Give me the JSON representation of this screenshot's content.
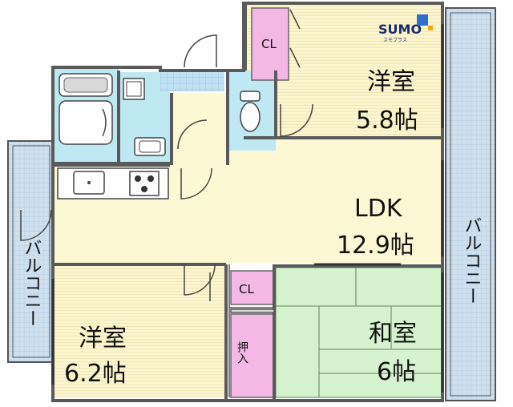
{
  "rooms": {
    "western_room_top": {
      "name": "洋室",
      "size": "5.8帖"
    },
    "ldk": {
      "name": "LDK",
      "size": "12.9帖"
    },
    "western_room_bottom": {
      "name": "洋室",
      "size": "6.2帖"
    },
    "japanese_room": {
      "name": "和室",
      "size": "6帖"
    }
  },
  "storage": {
    "closet_top": "CL",
    "closet_mid": "CL",
    "oshiire": "押入"
  },
  "balconies": {
    "left": "バルコニー",
    "right": "バルコニー"
  },
  "logo": {
    "brand": "SUMO",
    "tagline": "スモプラス"
  },
  "colors": {
    "wall": "#6b6b6b",
    "wood_floor": "#fbf6cf",
    "ldk_floor": "#fbf8d3",
    "wet_area": "#bfe9f2",
    "tatami": "#d6f3cf",
    "closet": "#f3b8e6",
    "balcony": "#c9d9ea",
    "brand_blue": "#1a2b6d",
    "brand_orange": "#f3a81b"
  }
}
